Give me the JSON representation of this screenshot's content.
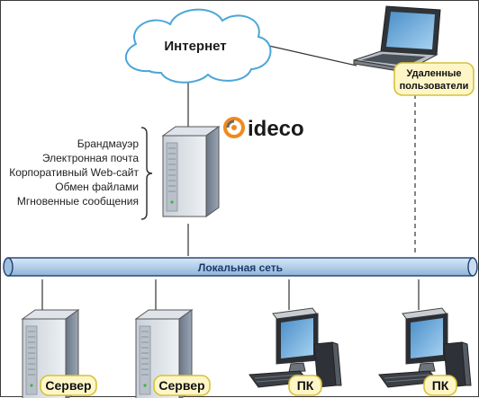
{
  "internet_label": "Интернет",
  "remote_users_label": [
    "Удаленные",
    "пользователи"
  ],
  "brand": {
    "text": "ideco",
    "logo_color": "#f08a1c",
    "text_color": "#1a1a1a"
  },
  "services": [
    "Брандмауэр",
    "Электронная почта",
    "Корпоративный Web-сайт",
    "Обмен файлами",
    "Мгновенные сообщения"
  ],
  "lan_label": "Локальная сеть",
  "nodes": [
    {
      "label": "Сервер",
      "icon": "server-icon"
    },
    {
      "label": "Сервер",
      "icon": "server-icon"
    },
    {
      "label": "ПК",
      "icon": "workstation-icon"
    },
    {
      "label": "ПК",
      "icon": "workstation-icon"
    }
  ],
  "colors": {
    "cloud_fill": "#ffffff",
    "cloud_stroke": "#4aa6d8",
    "lan_fill": "#b9d4ec",
    "lan_stroke": "#1f3f73",
    "tag_fill": "#fff6c8",
    "tag_stroke": "#d6c13a"
  }
}
